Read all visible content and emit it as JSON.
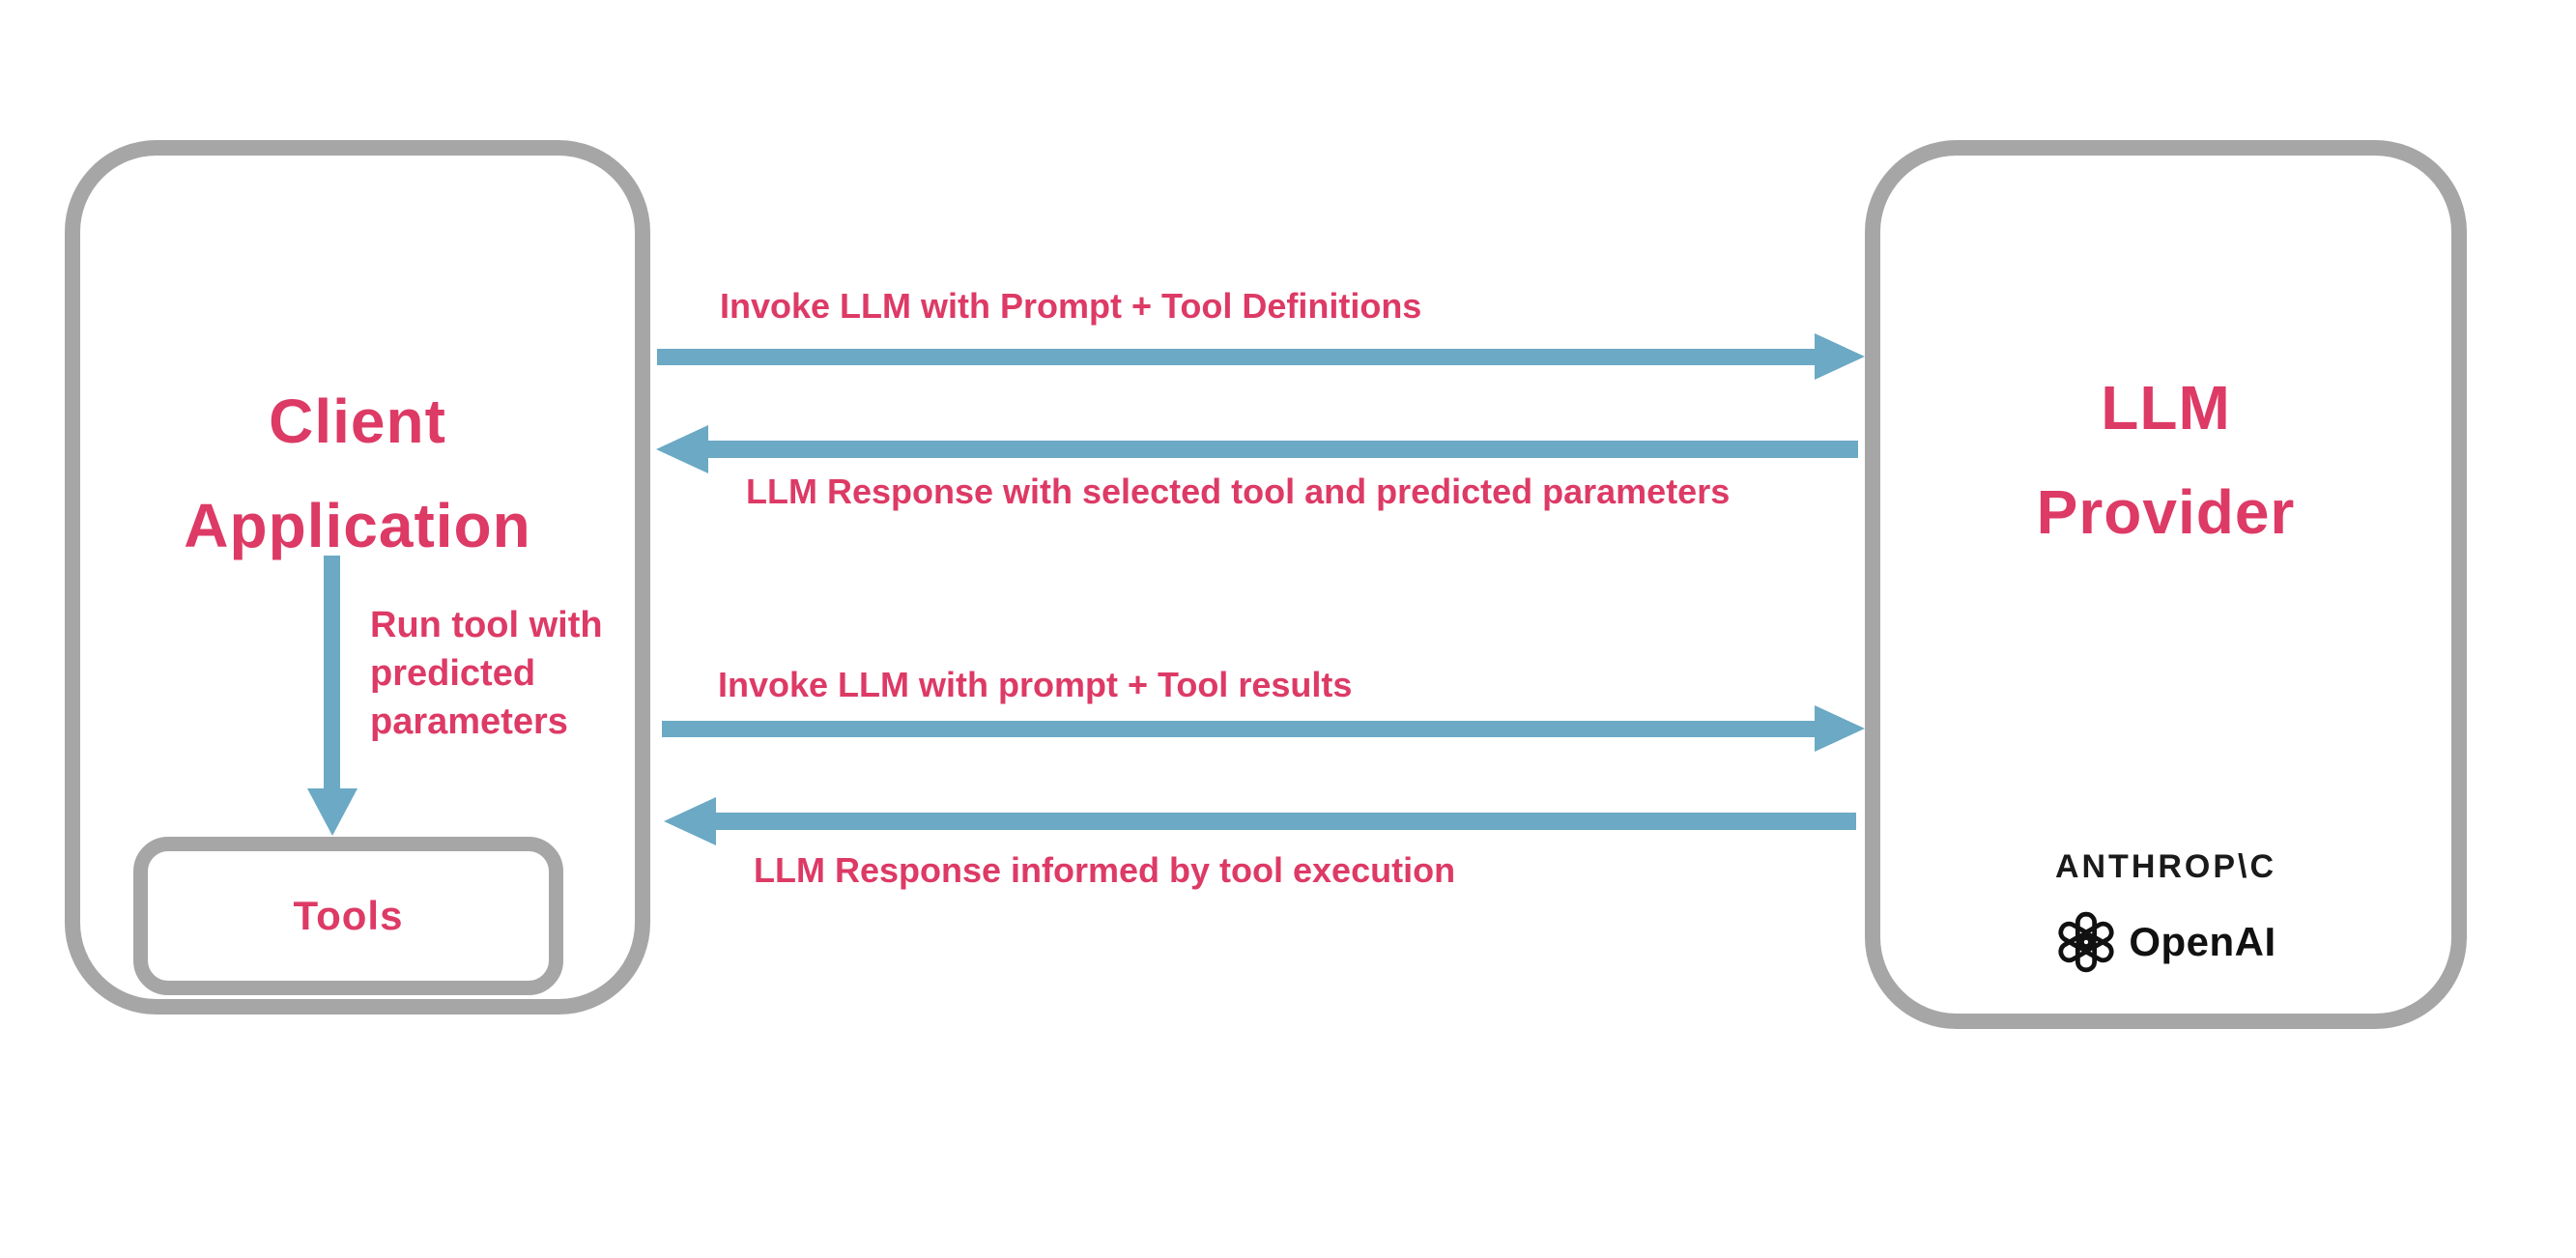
{
  "colors": {
    "accent_pink": "#dd3a66",
    "arrow_blue": "#6ba9c5",
    "border_gray": "#a6a6a6",
    "logo_black": "#1a1a1a"
  },
  "client_box": {
    "title_line1": "Client",
    "title_line2": "Application",
    "run_tool_label_line1": "Run tool with",
    "run_tool_label_line2": "predicted",
    "run_tool_label_line3": "parameters",
    "tools_label": "Tools"
  },
  "provider_box": {
    "title_line1": "LLM",
    "title_line2": "Provider",
    "anthropic_logo_text": "ANTHROP\\C",
    "openai_logo_text": "OpenAI"
  },
  "arrows": [
    {
      "direction": "right",
      "label": "Invoke LLM with Prompt + Tool Definitions"
    },
    {
      "direction": "left",
      "label": "LLM Response with selected tool and predicted parameters"
    },
    {
      "direction": "right",
      "label": "Invoke LLM with prompt + Tool results"
    },
    {
      "direction": "left",
      "label": "LLM Response informed by tool execution"
    }
  ]
}
